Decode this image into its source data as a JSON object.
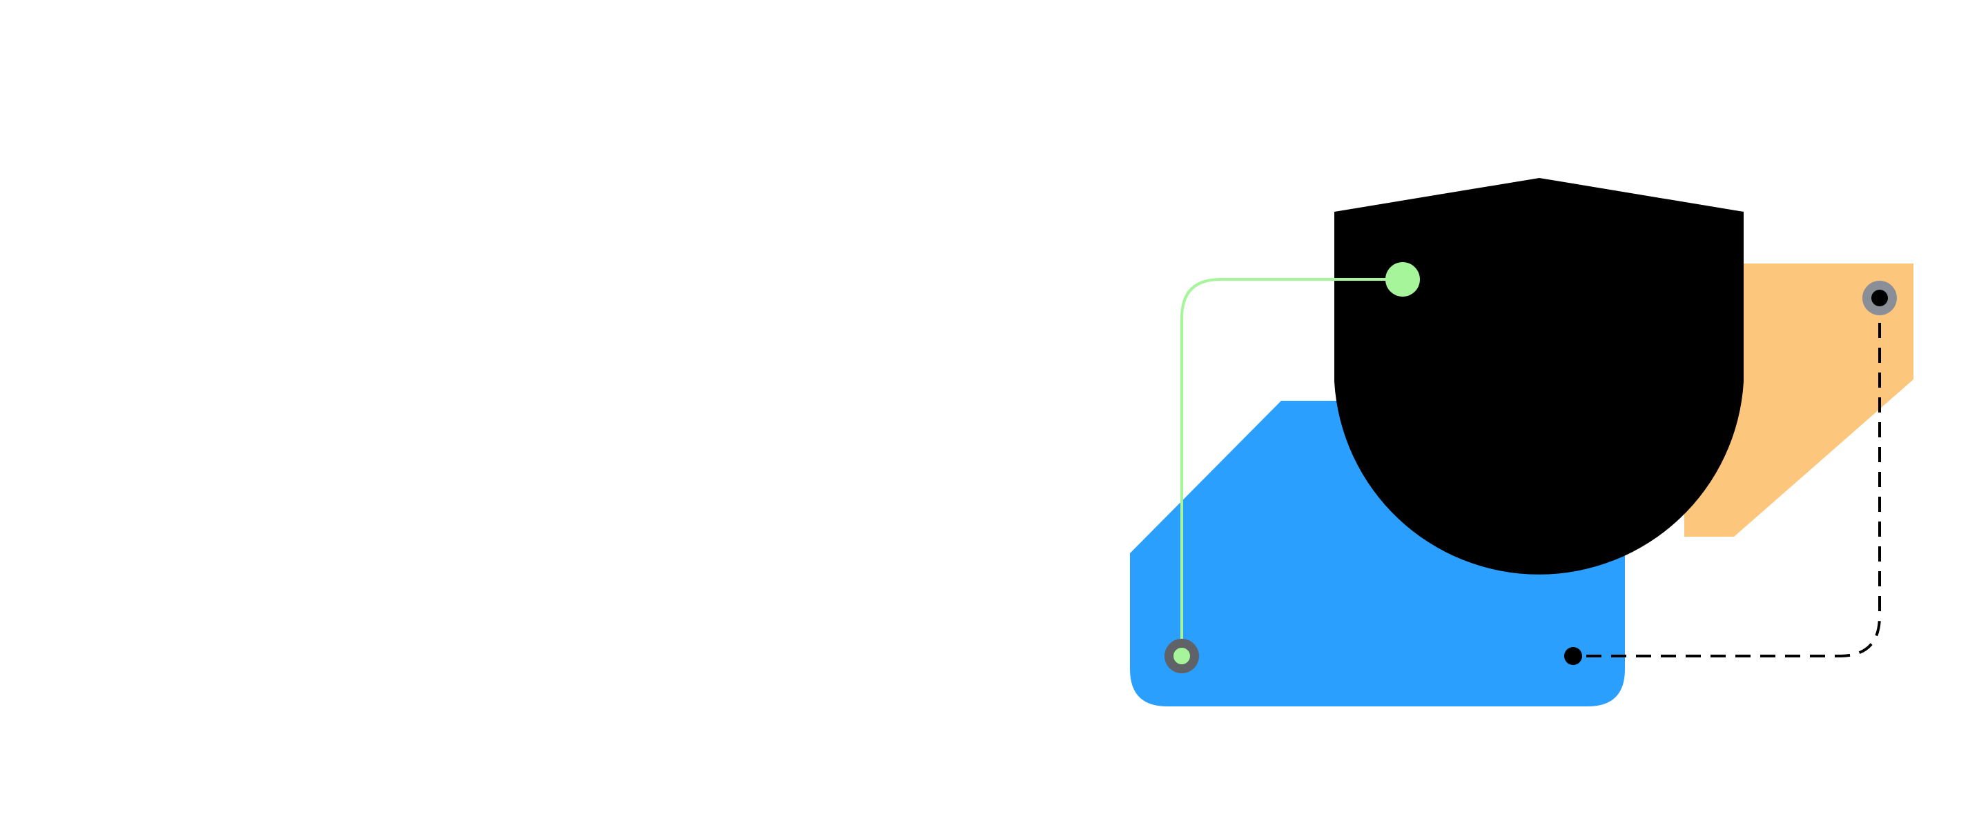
{
  "canvas": {
    "background": "#ffffff"
  },
  "shapes": {
    "blue_panel": {
      "kind": "chamfered-rounded-rectangle",
      "color": "#2b9ffe"
    },
    "orange_panel": {
      "kind": "chamfered-rectangle",
      "color": "#fdc67d"
    },
    "black_shield": {
      "kind": "shield",
      "color": "#000000"
    }
  },
  "connectors": {
    "green_link": {
      "style": "solid",
      "color": "#a6f59a"
    },
    "black_link": {
      "style": "dashed",
      "color": "#000000"
    }
  },
  "nodes": {
    "green_source": {
      "color": "#a6f59a"
    },
    "green_target": {
      "color": "#a6f59a",
      "ring_color": "#5f6266"
    },
    "black_source": {
      "color": "#000000"
    },
    "black_target": {
      "color": "#000000",
      "ring_color": "#8a8e96"
    }
  }
}
